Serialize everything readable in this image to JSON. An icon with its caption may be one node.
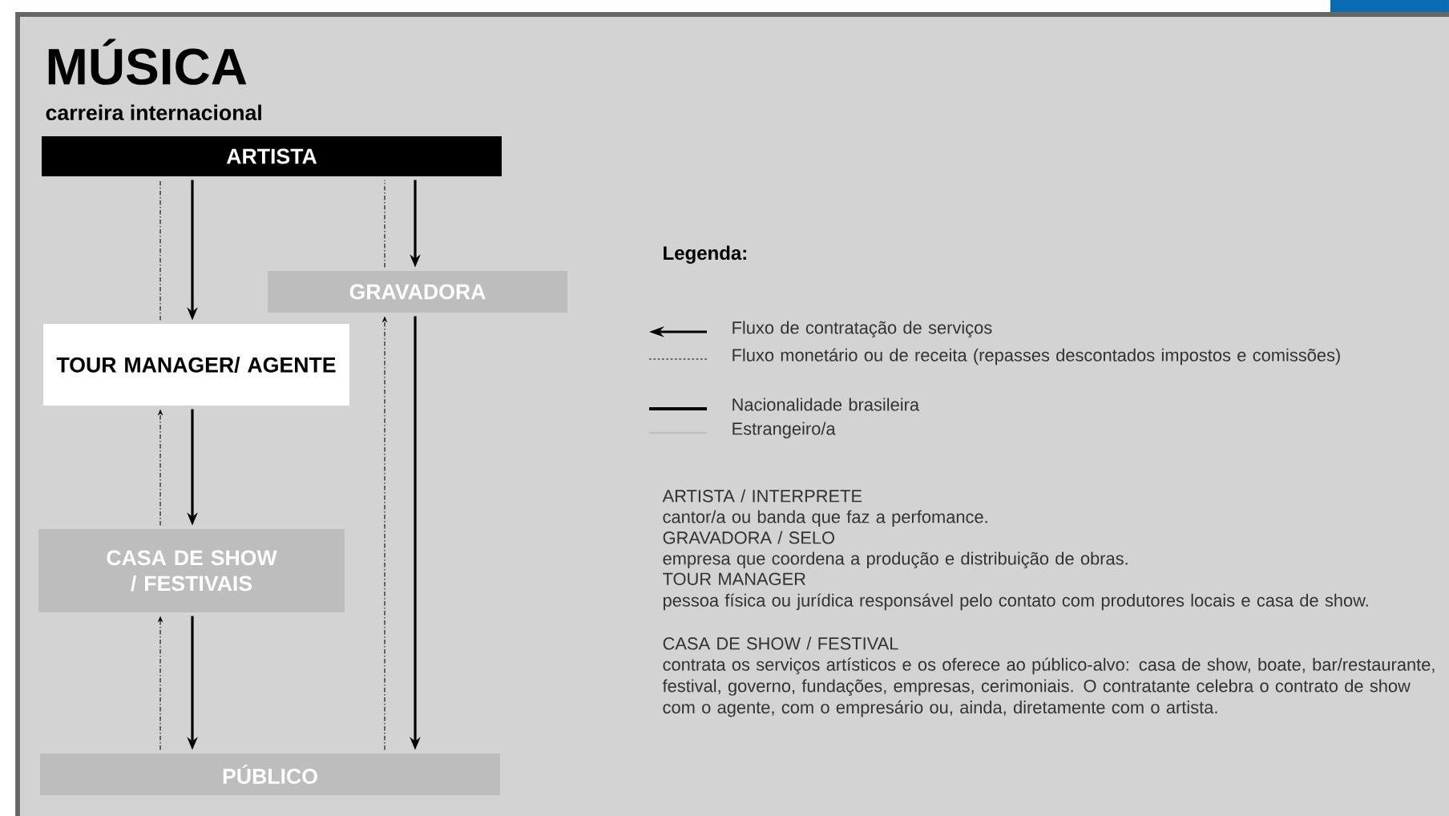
{
  "diagram": {
    "title": "MÚSICA",
    "caption": "carreira internacional",
    "nodes": [
      {
        "text": [
          "ARTISTA"
        ]
      },
      {
        "text": [
          "GRAVADORA"
        ]
      },
      {
        "text": [
          "TOUR MANAGER/ AGENTE"
        ]
      },
      {
        "text": [
          "CASA DE SHOW / FESTIVAIS"
        ]
      },
      {
        "text": [
          "PÚBLICO"
        ]
      }
    ],
    "edges": [
      {
        "from": 0,
        "to": 2,
        "arrow": "to"
      },
      {
        "from": 2,
        "to": 0,
        "arrow": "none",
        "style": "dashed"
      },
      {
        "from": 0,
        "to": 1,
        "arrow": "to"
      },
      {
        "from": 1,
        "to": 0,
        "arrow": "none",
        "style": "dashed"
      },
      {
        "from": 2,
        "to": 3,
        "arrow": "to"
      },
      {
        "from": 3,
        "to": 2,
        "arrow": "to",
        "style": "dashed"
      },
      {
        "from": 3,
        "to": 4,
        "arrow": "to"
      },
      {
        "from": 4,
        "to": 3,
        "arrow": "to",
        "style": "dashed"
      },
      {
        "from": 1,
        "to": 4,
        "arrow": "to"
      },
      {
        "from": 4,
        "to": 1,
        "arrow": "to",
        "style": "dashed"
      }
    ],
    "labels": [
      "Legenda:",
      "ARTISTA / INTERPRETE",
      "cantor/a ou banda que faz a perfomance.",
      "GRAVADORA / SELO",
      "empresa que coordena a produção e distribuição de obras.",
      "TOUR MANAGER",
      "pessoa física ou jurídica responsável pelo contato com produtores locais e casa de show.",
      "CASA DE SHOW / FESTIVAL",
      "contrata os serviços artísticos e os oferece ao público-alvo: casa de show, boate, bar/restaurante, festival, governo, fundações, empresas, cerimoniais. O contratante celebra o contrato de show com o agente, com o empresário ou, ainda, diretamente com o artista."
    ],
    "legend": [
      {
        "text": "Fluxo de contratação de serviços"
      },
      {
        "text": "Fluxo monetário ou de receita (repasses descontados impostos e comissões)"
      },
      {
        "text": "Nacionalidade brasileira"
      },
      {
        "text": "Estrangeiro/a"
      }
    ]
  }
}
